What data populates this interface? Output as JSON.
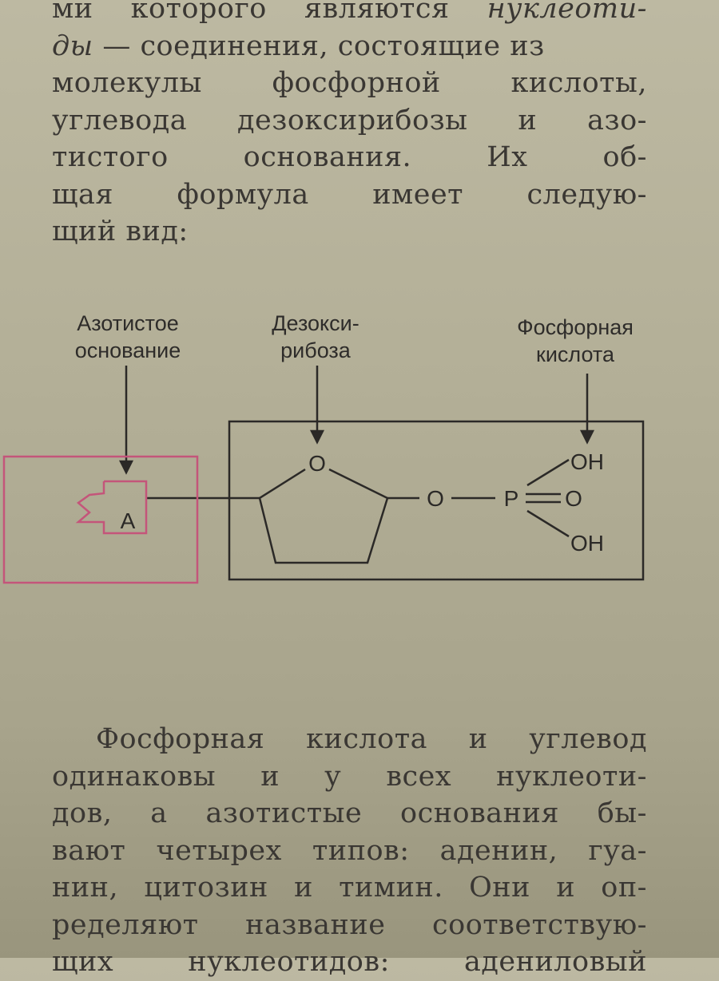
{
  "paragraph1": {
    "lines": [
      "ми которого являются",
      "ды",
      " — соединения, состоящие из",
      "молекулы фосфорной кислоты,",
      "углевода дезоксирибозы и азо-",
      "тистого основания. Их об-",
      "щая формула имеет следую-",
      "щий вид:"
    ],
    "italic_word": "нуклеоти-"
  },
  "diagram": {
    "label_base": [
      "Азотистое",
      "основание"
    ],
    "label_sugar": [
      "Дезокси-",
      "рибоза"
    ],
    "label_acid": [
      "Фосфорная",
      "кислота"
    ],
    "base_letter": "A",
    "atom_o_ring": "O",
    "atom_o_link": "O",
    "atom_p": "P",
    "atom_o_double": "O",
    "oh_top": "OH",
    "oh_bottom": "OH",
    "colors": {
      "base_box": "#c4557a",
      "lines": "#2b2927"
    }
  },
  "paragraph2": {
    "lines": [
      "Фосфорная кислота и углевод",
      "одинаковы и у всех нуклеоти-",
      "дов, а азотистые основания бы-",
      "вают четырех типов: аденин, гуа-",
      "нин, цитозин и тимин. Они и оп-",
      "ределяют название соответствую-",
      "щих нуклеотидов: адениловый"
    ]
  }
}
